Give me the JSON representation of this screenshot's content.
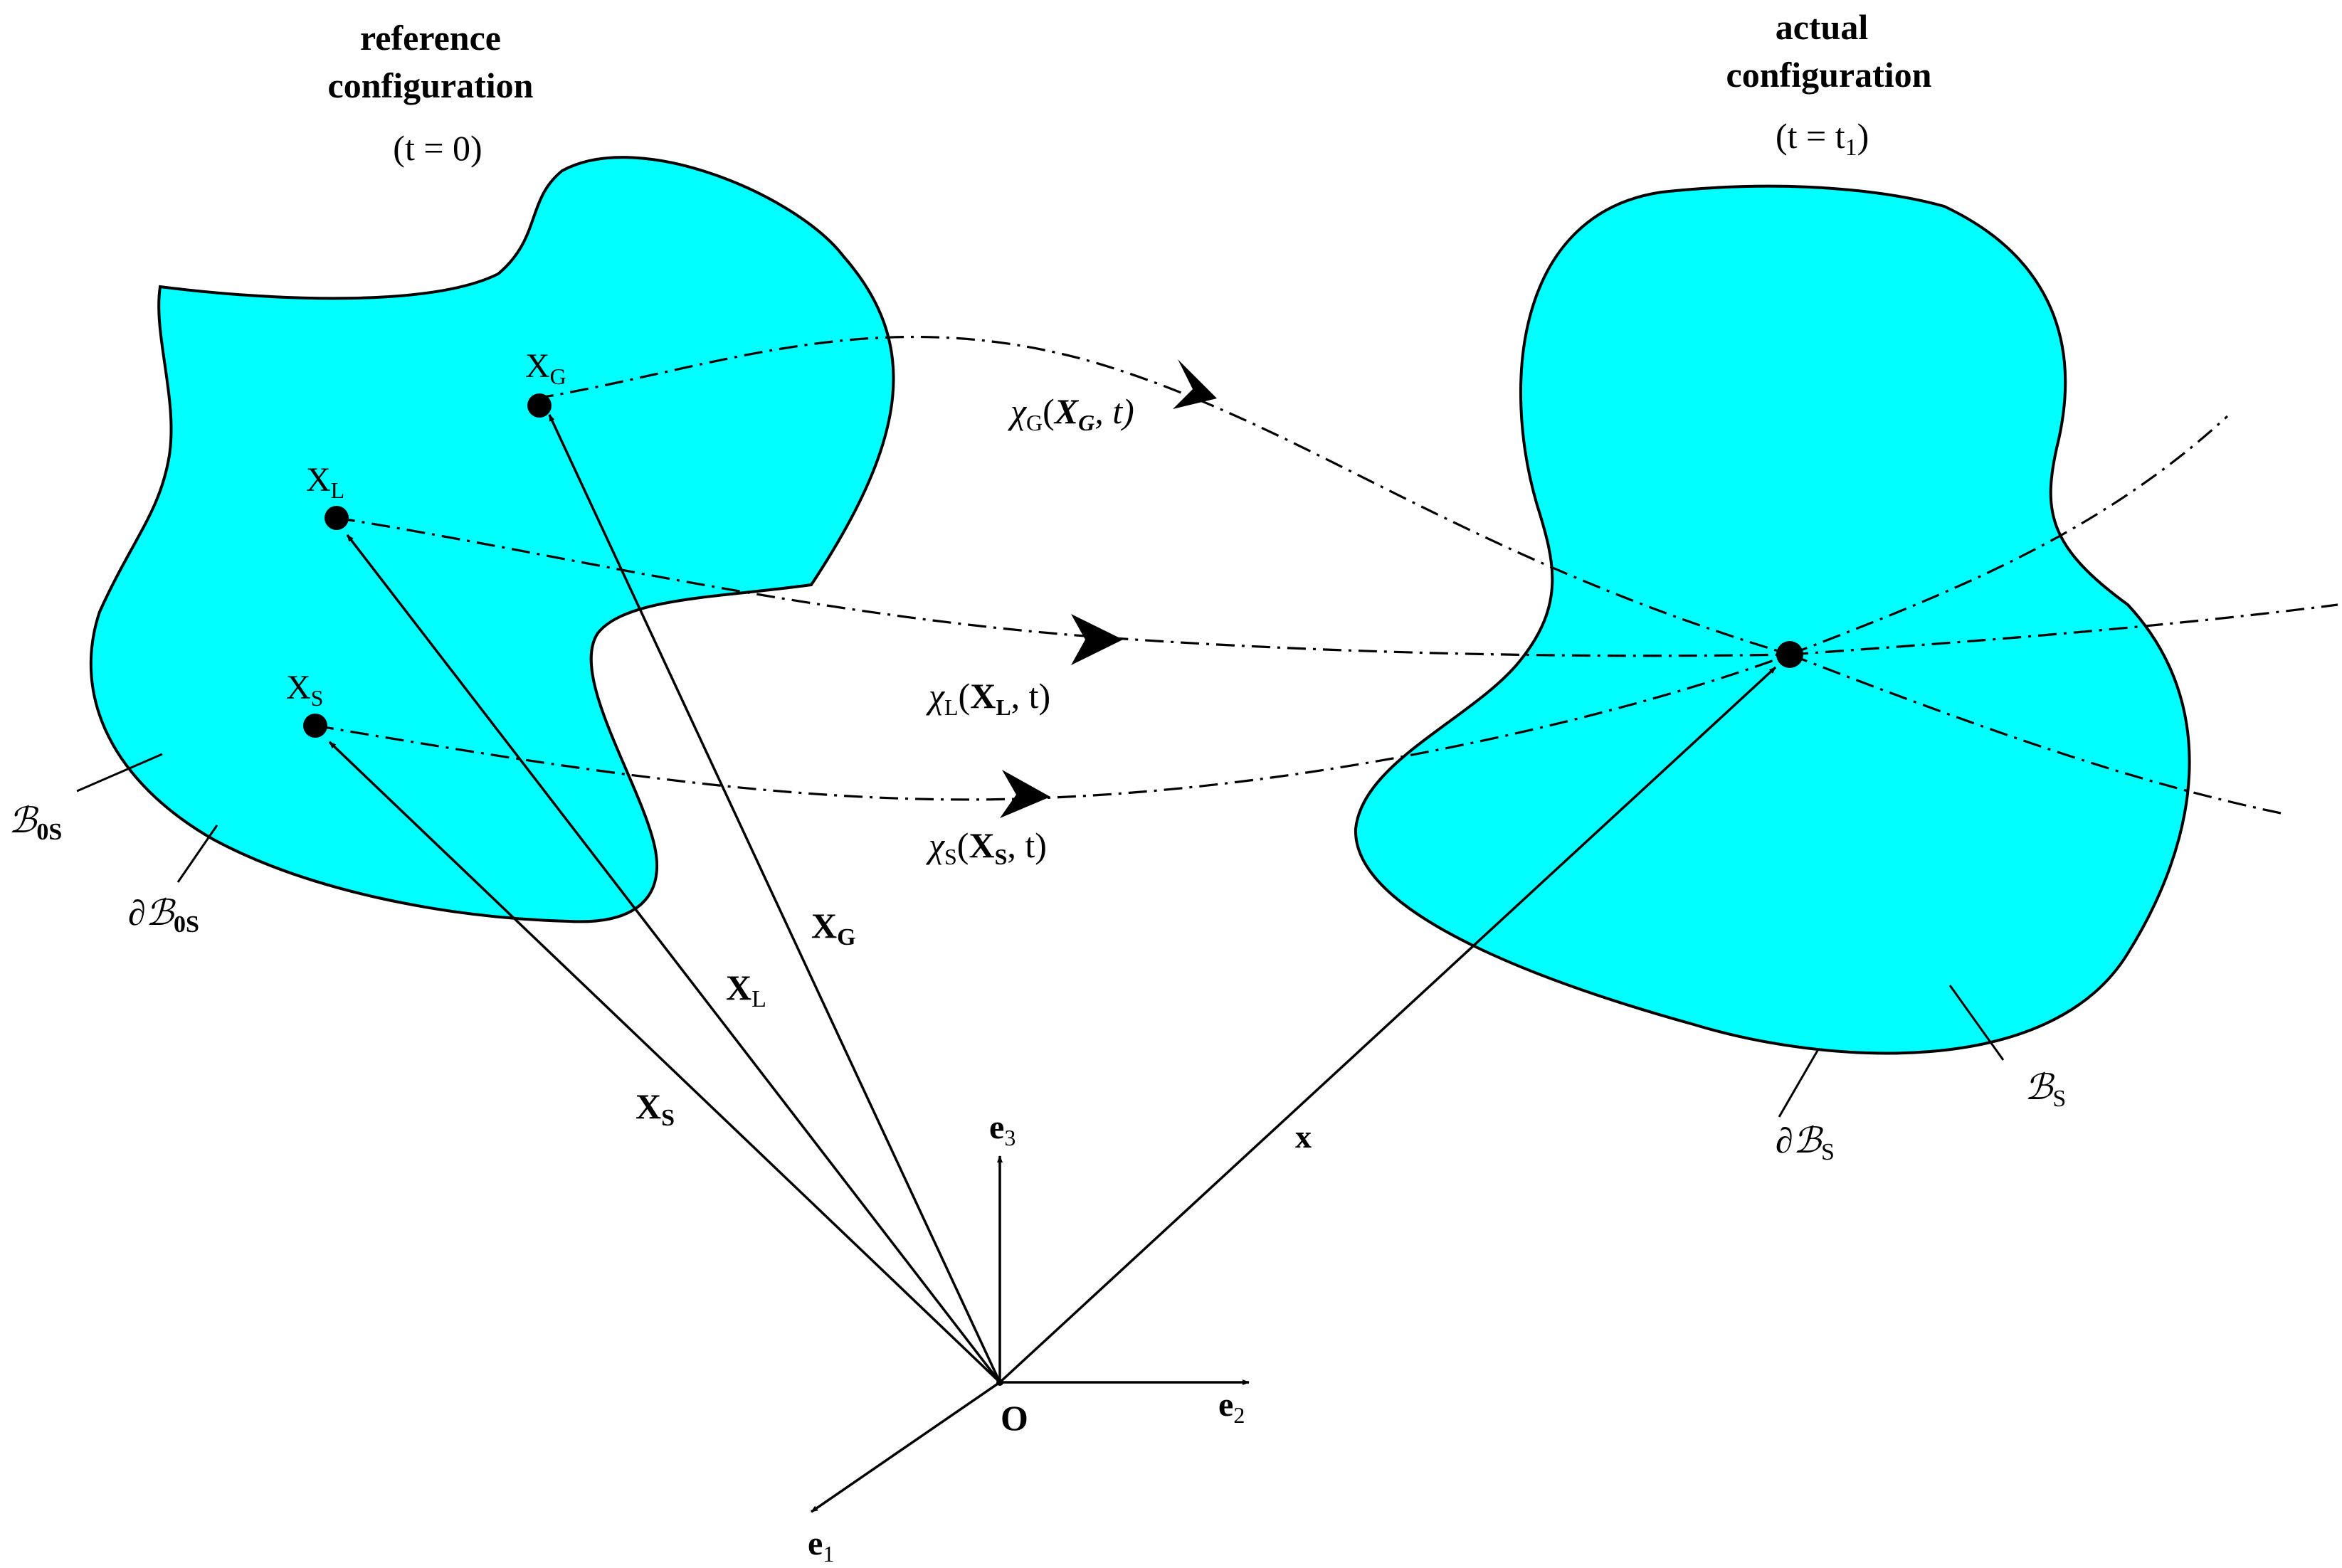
{
  "colors": {
    "body_fill": "#00ffff",
    "stroke": "#000000"
  },
  "reference": {
    "title_line1": "reference",
    "title_line2": "configuration",
    "time": "(t = 0)",
    "body_label": "ℬ",
    "body_label_sub": "0S",
    "boundary_label": "∂ℬ",
    "boundary_label_sub": "0S"
  },
  "actual": {
    "title_line1": "actual",
    "title_line2": "configuration",
    "time_prefix": "(t = t",
    "time_sub": "1",
    "time_suffix": ")",
    "body_label": "ℬ",
    "body_label_sub": "S",
    "boundary_label": "∂ℬ",
    "boundary_label_sub": "S"
  },
  "points": {
    "G": {
      "main": "X",
      "sub": "G"
    },
    "L": {
      "main": "X",
      "sub": "L"
    },
    "S": {
      "main": "X",
      "sub": "S"
    }
  },
  "vectors": {
    "G": {
      "main": "X",
      "sub": "G"
    },
    "L": {
      "main": "X",
      "sub": "L"
    },
    "S": {
      "main": "X",
      "sub": "S"
    },
    "x": {
      "main": "x"
    }
  },
  "mappings": {
    "G": {
      "chi": "χ",
      "sub": "G",
      "open": "(",
      "arg": "X",
      "arg_sub": "G",
      "rest": ", t)"
    },
    "L": {
      "chi": "χ",
      "sub": "L",
      "open": "(",
      "arg": "X",
      "arg_sub": "L",
      "rest": ", t)"
    },
    "S": {
      "chi": "χ",
      "sub": "S",
      "open": "(",
      "arg": "X",
      "arg_sub": "S",
      "rest": ", t)"
    }
  },
  "axes": {
    "origin": "O",
    "e1": {
      "main": "e",
      "sub": "1"
    },
    "e2": {
      "main": "e",
      "sub": "2"
    },
    "e3": {
      "main": "e",
      "sub": "3"
    }
  }
}
